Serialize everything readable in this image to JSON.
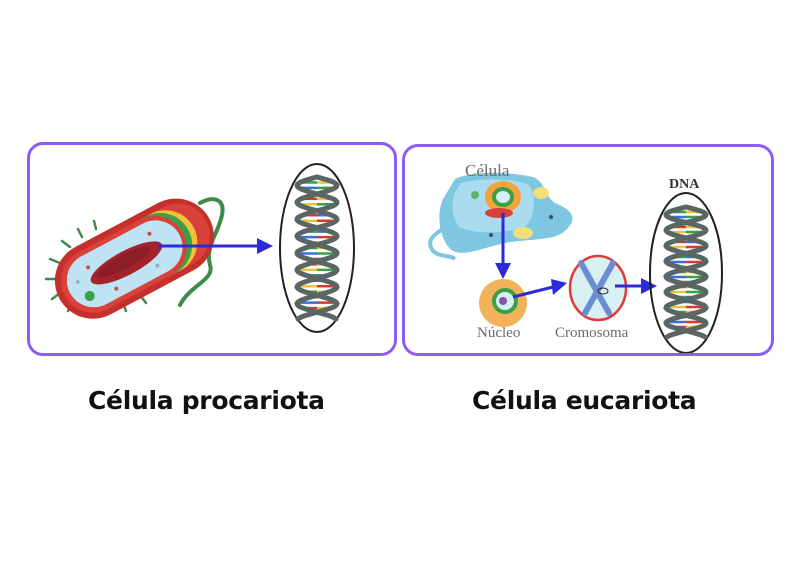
{
  "colors": {
    "panel_border": "#8b5cf6",
    "arrow": "#2b2bd9",
    "helix_backbone": "#5a6663",
    "base_red": "#d63a2f",
    "base_yellow": "#e8c43a",
    "base_green": "#3aa046",
    "base_blue": "#3a6fd8",
    "cell_wall": "#c62f2b",
    "cytoplasm": "#bfe3f2",
    "eukaryote_cell": "#7fc6e0",
    "chromosome_ring": "#e03a3a"
  },
  "prokaryote": {
    "caption": "Célula procariota",
    "icons": [
      "bacterium-illustration",
      "arrow-right-icon",
      "dna-helix-illustration"
    ]
  },
  "eukaryote": {
    "caption": "Célula eucariota",
    "labels": {
      "cell": "Célula",
      "nucleus": "Núcleo",
      "chromosome": "Cromosoma",
      "dna": "DNA"
    },
    "icons": [
      "eukaryotic-cell-illustration",
      "nucleus-illustration",
      "chromosome-illustration",
      "dna-helix-illustration",
      "arrow-down-icon",
      "arrow-right-icon"
    ]
  }
}
